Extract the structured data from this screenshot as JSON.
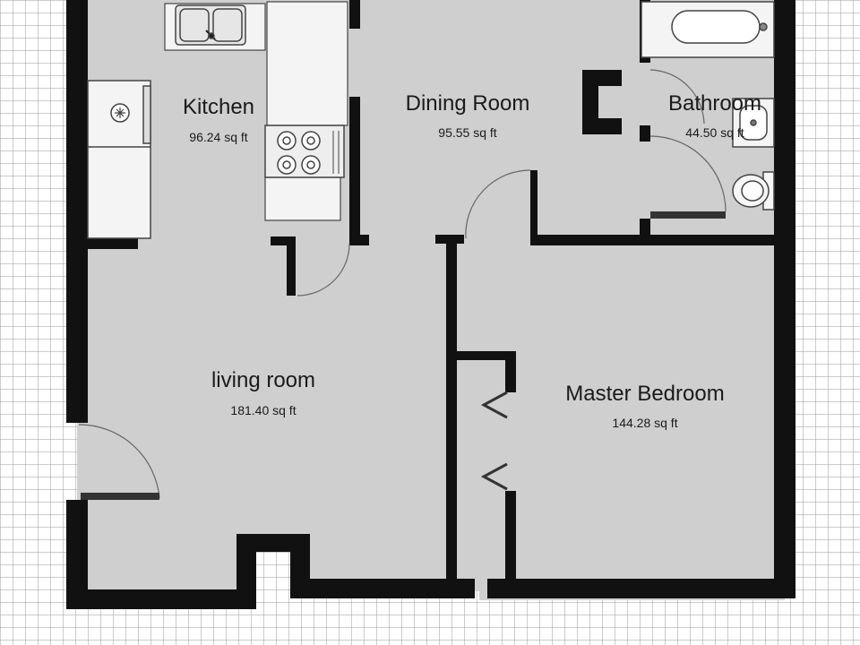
{
  "rooms": {
    "kitchen": {
      "name": "Kitchen",
      "area": "96.24 sq ft"
    },
    "dining": {
      "name": "Dining Room",
      "area": "95.55 sq ft"
    },
    "bathroom": {
      "name": "Bathroom",
      "area": "44.50 sq ft"
    },
    "living": {
      "name": "living room",
      "area": "181.40 sq ft"
    },
    "bedroom": {
      "name": "Master Bedroom",
      "area": "144.28 sq ft"
    }
  },
  "icons": [
    "kitchen-sink-icon",
    "stove-icon",
    "refrigerator-icon",
    "bathtub-icon",
    "toilet-icon",
    "bathroom-sink-icon",
    "door-swing-icon",
    "closet-door-icon"
  ],
  "colors": {
    "floor": "#cfcfcf",
    "wall": "#111111",
    "grid": "#9a9a9a",
    "fixture": "#f4f4f4"
  }
}
